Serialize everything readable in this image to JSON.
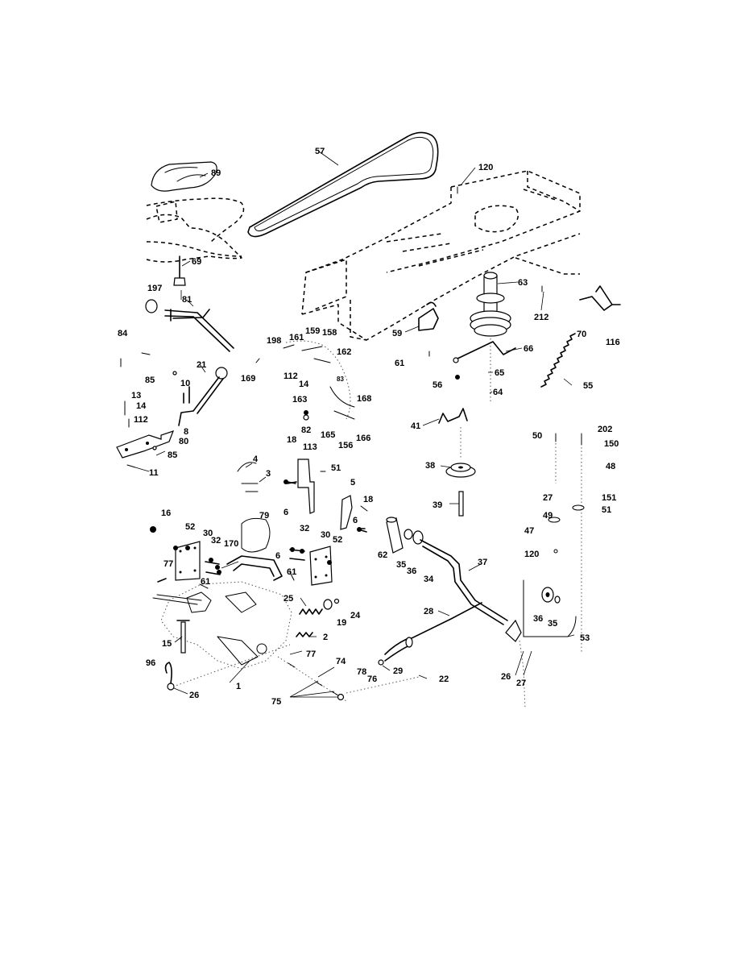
{
  "diagram": {
    "callouts": [
      {
        "id": "57",
        "text": "57"
      },
      {
        "id": "89",
        "text": "89"
      },
      {
        "id": "120a",
        "text": "120"
      },
      {
        "id": "69",
        "text": "69"
      },
      {
        "id": "197",
        "text": "197"
      },
      {
        "id": "81",
        "text": "81"
      },
      {
        "id": "63",
        "text": "63"
      },
      {
        "id": "212",
        "text": "212"
      },
      {
        "id": "70",
        "text": "70"
      },
      {
        "id": "116",
        "text": "116"
      },
      {
        "id": "59",
        "text": "59"
      },
      {
        "id": "66",
        "text": "66"
      },
      {
        "id": "61a",
        "text": "61"
      },
      {
        "id": "65",
        "text": "65"
      },
      {
        "id": "56",
        "text": "56"
      },
      {
        "id": "64",
        "text": "64"
      },
      {
        "id": "55",
        "text": "55"
      },
      {
        "id": "84",
        "text": "84"
      },
      {
        "id": "198",
        "text": "198"
      },
      {
        "id": "161",
        "text": "161"
      },
      {
        "id": "159",
        "text": "159"
      },
      {
        "id": "158",
        "text": "158"
      },
      {
        "id": "162",
        "text": "162"
      },
      {
        "id": "21",
        "text": "21"
      },
      {
        "id": "169",
        "text": "169"
      },
      {
        "id": "85a",
        "text": "85"
      },
      {
        "id": "112a",
        "text": "112"
      },
      {
        "id": "14a",
        "text": "14"
      },
      {
        "id": "83",
        "text": "83"
      },
      {
        "id": "10",
        "text": "10"
      },
      {
        "id": "13",
        "text": "13"
      },
      {
        "id": "14b",
        "text": "14"
      },
      {
        "id": "112b",
        "text": "112"
      },
      {
        "id": "163",
        "text": "163"
      },
      {
        "id": "168",
        "text": "168"
      },
      {
        "id": "82",
        "text": "82"
      },
      {
        "id": "8",
        "text": "8"
      },
      {
        "id": "80",
        "text": "80"
      },
      {
        "id": "85b",
        "text": "85"
      },
      {
        "id": "18a",
        "text": "18"
      },
      {
        "id": "113",
        "text": "113"
      },
      {
        "id": "165",
        "text": "165"
      },
      {
        "id": "156",
        "text": "156"
      },
      {
        "id": "166",
        "text": "166"
      },
      {
        "id": "41",
        "text": "41"
      },
      {
        "id": "50",
        "text": "50"
      },
      {
        "id": "202",
        "text": "202"
      },
      {
        "id": "150",
        "text": "150"
      },
      {
        "id": "11",
        "text": "11"
      },
      {
        "id": "4",
        "text": "4"
      },
      {
        "id": "3",
        "text": "3"
      },
      {
        "id": "51a",
        "text": "51"
      },
      {
        "id": "38",
        "text": "38"
      },
      {
        "id": "48",
        "text": "48"
      },
      {
        "id": "5",
        "text": "5"
      },
      {
        "id": "27a",
        "text": "27"
      },
      {
        "id": "151",
        "text": "151"
      },
      {
        "id": "79",
        "text": "79"
      },
      {
        "id": "6a",
        "text": "6"
      },
      {
        "id": "18b",
        "text": "18"
      },
      {
        "id": "39",
        "text": "39"
      },
      {
        "id": "51b",
        "text": "51"
      },
      {
        "id": "49",
        "text": "49"
      },
      {
        "id": "16",
        "text": "16"
      },
      {
        "id": "52a",
        "text": "52"
      },
      {
        "id": "32a",
        "text": "32"
      },
      {
        "id": "30a",
        "text": "30"
      },
      {
        "id": "52b",
        "text": "52"
      },
      {
        "id": "6b",
        "text": "6"
      },
      {
        "id": "47",
        "text": "47"
      },
      {
        "id": "30b",
        "text": "30"
      },
      {
        "id": "32b",
        "text": "32"
      },
      {
        "id": "170",
        "text": "170"
      },
      {
        "id": "62",
        "text": "62"
      },
      {
        "id": "120b",
        "text": "120"
      },
      {
        "id": "6c",
        "text": "6"
      },
      {
        "id": "37",
        "text": "37"
      },
      {
        "id": "77a",
        "text": "77"
      },
      {
        "id": "61b",
        "text": "61"
      },
      {
        "id": "35a",
        "text": "35"
      },
      {
        "id": "36a",
        "text": "36"
      },
      {
        "id": "61c",
        "text": "61"
      },
      {
        "id": "34",
        "text": "34"
      },
      {
        "id": "25",
        "text": "25"
      },
      {
        "id": "28",
        "text": "28"
      },
      {
        "id": "24",
        "text": "24"
      },
      {
        "id": "19",
        "text": "19"
      },
      {
        "id": "36b",
        "text": "36"
      },
      {
        "id": "35b",
        "text": "35"
      },
      {
        "id": "15",
        "text": "15"
      },
      {
        "id": "2",
        "text": "2"
      },
      {
        "id": "53",
        "text": "53"
      },
      {
        "id": "77b",
        "text": "77"
      },
      {
        "id": "96",
        "text": "96"
      },
      {
        "id": "74",
        "text": "74"
      },
      {
        "id": "78",
        "text": "78"
      },
      {
        "id": "76",
        "text": "76"
      },
      {
        "id": "29",
        "text": "29"
      },
      {
        "id": "22",
        "text": "22"
      },
      {
        "id": "26a",
        "text": "26"
      },
      {
        "id": "27b",
        "text": "27"
      },
      {
        "id": "1",
        "text": "1"
      },
      {
        "id": "26b",
        "text": "26"
      },
      {
        "id": "75",
        "text": "75"
      }
    ]
  }
}
